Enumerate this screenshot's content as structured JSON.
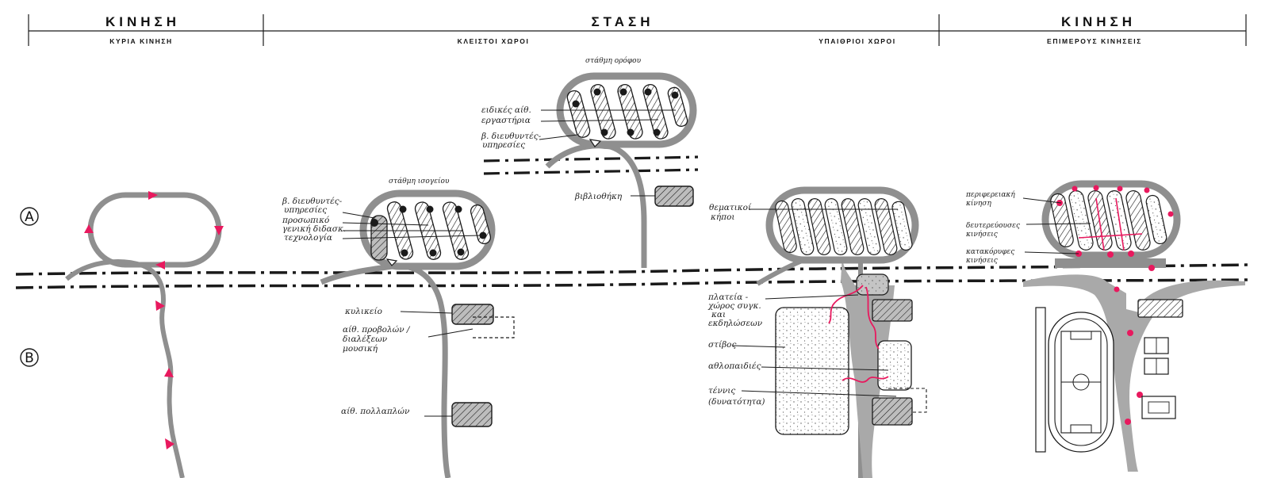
{
  "colors": {
    "ink": "#1a1a1a",
    "path_gray": "#8f8f8f",
    "fill_gray": "#a9a9a9",
    "accent_pink": "#e8195e",
    "paper": "#ffffff"
  },
  "header": {
    "left": {
      "title": "ΚΙΝΗΣΗ",
      "subtitle": "ΚΥΡΙΑ ΚΙΝΗΣΗ"
    },
    "middle": {
      "title": "ΣΤΑΣΗ",
      "subtitle_closed": "ΚΛΕΙΣΤΟΙ ΧΩΡΟΙ",
      "subtitle_open": "ΥΠΑΙΘΡΙΟΙ ΧΩΡΟΙ"
    },
    "right": {
      "title": "ΚΙΝΗΣΗ",
      "subtitle": "ΕΠΙΜΕΡΟΥΣ ΚΙΝΗΣΕΙΣ"
    }
  },
  "zones": {
    "a": "A",
    "b": "B"
  },
  "ground_floor": {
    "title": "στάθμη ισογείου",
    "labels": [
      "β. διευθυντές-",
      "υπηρεσίες",
      "προσωπικό",
      "γενική διδασκ.",
      "τεχνολογία"
    ]
  },
  "upper_floor": {
    "title": "στάθμη ορόφου",
    "labels": [
      "ειδικές αίθ.",
      "εργαστήρια",
      "β. διευθυντές-",
      "υπηρεσίες"
    ],
    "library": "βιβλιοθήκη"
  },
  "lower_left": {
    "labels": [
      "κυλικείο",
      "αίθ. προβολών /",
      "διαλέξεων",
      "μουσική",
      "αίθ. πολλαπλών"
    ]
  },
  "outdoor": {
    "labels": [
      "θεματικοί",
      "κήποι",
      "πλατεία -",
      "χώρος συγκ.",
      "και",
      "εκδηλώσεων",
      "στίβος",
      "αθλοπαιδιές",
      "τέννις",
      "(δυνατότητα)"
    ]
  },
  "movement": {
    "labels": [
      "περιφερειακή",
      "κίνηση",
      "δευτερεύουσες",
      "κινήσεις",
      "κατακόρυφες",
      "κινήσεις"
    ]
  }
}
